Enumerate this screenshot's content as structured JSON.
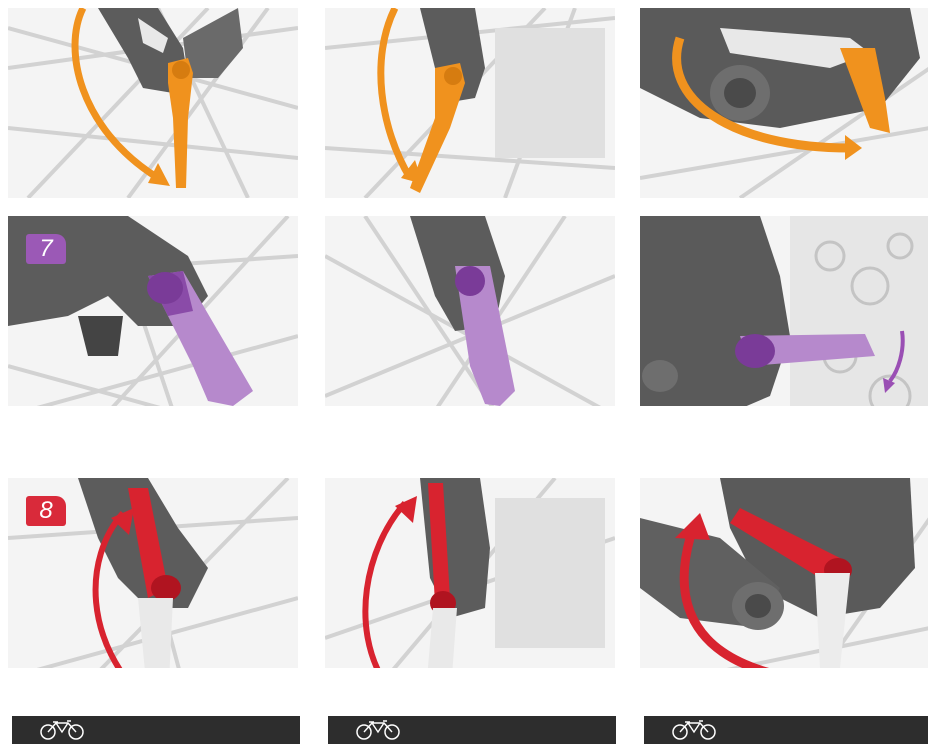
{
  "steps": [
    {
      "number": "7",
      "color": "#9b59b6"
    },
    {
      "number": "8",
      "color": "#d92a3a"
    }
  ],
  "colors": {
    "orange_lever": "#f0921e",
    "purple_lever": "#9a4fb4",
    "red_lever": "#d8232f",
    "fork_gray": "#5c5c5c",
    "spoke_gray": "#d4d4d4",
    "footer_bar": "#2d2d2d"
  },
  "rows": [
    {
      "lever_color": "orange",
      "action": "open-lever"
    },
    {
      "lever_color": "purple",
      "action": "turn-lever"
    },
    {
      "lever_color": "red",
      "action": "close-lever"
    }
  ],
  "footer": {
    "icon": "bicycle-icon",
    "count": 3
  }
}
